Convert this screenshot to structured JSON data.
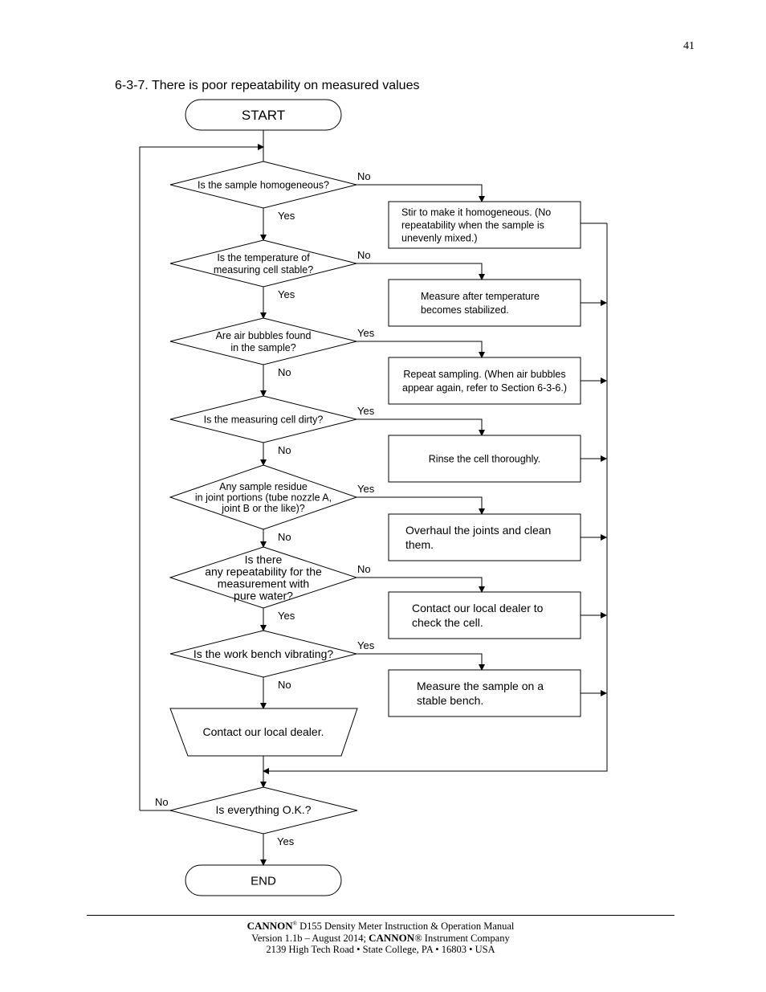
{
  "page_number": "41",
  "section_title": "6-3-7. There is poor repeatability on measured values",
  "flowchart": {
    "start": "START",
    "end": "END",
    "decisions": [
      {
        "lines": [
          "Is the sample homogeneous?"
        ],
        "no_label": "No",
        "down_label": "Yes"
      },
      {
        "lines": [
          "Is the temperature of",
          "measuring cell stable?"
        ],
        "no_label": "No",
        "down_label": "Yes"
      },
      {
        "lines": [
          "Are air bubbles found",
          "in the sample?"
        ],
        "no_label": "Yes",
        "down_label": "No"
      },
      {
        "lines": [
          "Is the measuring cell dirty?"
        ],
        "no_label": "Yes",
        "down_label": "No"
      },
      {
        "lines": [
          "Any sample residue",
          "in joint portions (tube nozzle A,",
          "joint B or the like)?"
        ],
        "no_label": "Yes",
        "down_label": "No"
      },
      {
        "lines": [
          "Is there",
          "any repeatability for the",
          "measurement with",
          "pure water?"
        ],
        "no_label": "No",
        "down_label": "Yes"
      },
      {
        "lines": [
          "Is the work bench vibrating?"
        ],
        "no_label": "Yes",
        "down_label": "No"
      }
    ],
    "actions": [
      {
        "lines": [
          "Stir to make it homogeneous. (No",
          "repeatability when the sample is",
          "unevenly mixed.)"
        ]
      },
      {
        "lines": [
          "Measure after temperature",
          "becomes stabilized."
        ]
      },
      {
        "lines": [
          "Repeat sampling. (When air bubbles",
          "appear again, refer to Section 6-3-6.)"
        ]
      },
      {
        "lines": [
          "Rinse the cell thoroughly."
        ]
      },
      {
        "lines": [
          "Overhaul the joints and clean",
          "them."
        ]
      },
      {
        "lines": [
          "Contact our local dealer to",
          "check the cell."
        ]
      },
      {
        "lines": [
          "Measure the sample on a",
          "stable bench."
        ]
      }
    ],
    "manual_step": "Contact our local dealer.",
    "final_decision": {
      "label": "Is everything O.K.?",
      "no_label": "No",
      "yes_label": "Yes"
    }
  },
  "footer": {
    "brand": "CANNON",
    "registered": "®",
    "line1_rest": " D155 Density Meter Instruction & Operation Manual",
    "line2_pre": "Version 1.1b – August 2014; ",
    "line2_brand": "CANNON",
    "line2_rest": "® Instrument Company",
    "line3": "2139 High Tech Road • State College, PA • 16803 • USA"
  }
}
